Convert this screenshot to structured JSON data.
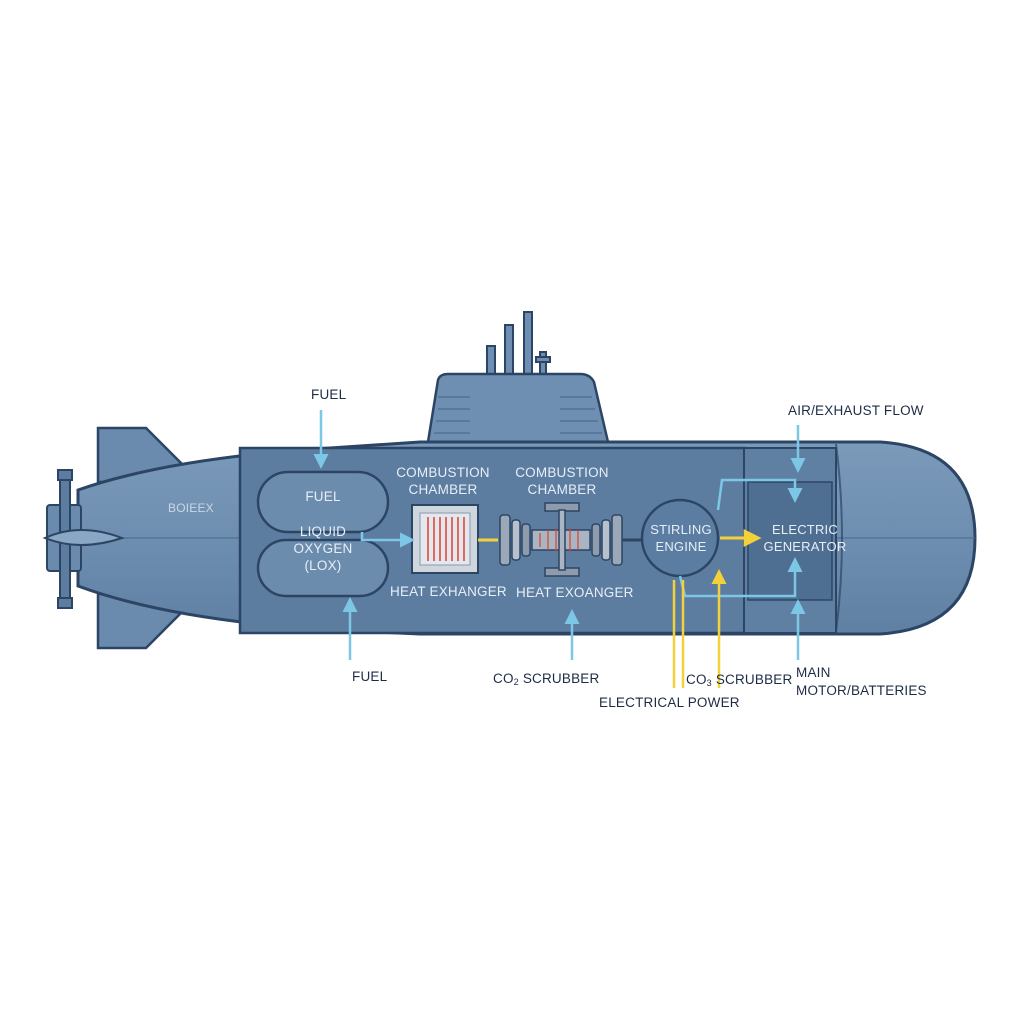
{
  "labels": {
    "fuel_top": "FUEL",
    "air_exhaust_flow": "AIR/EXHAUST FLOW",
    "boeex": "BOIEEX",
    "tank_fuel": "FUEL",
    "tank_lox_line1": "LIQUID",
    "tank_lox_line2": "OXYGEN",
    "tank_lox_line3": "(LOX)",
    "combustion_chamber_1_line1": "COMBUSTION",
    "combustion_chamber_1_line2": "CHAMBER",
    "combustion_chamber_2_line1": "COMBUSTION",
    "combustion_chamber_2_line2": "CHAMBER",
    "heat_exchanger_1": "HEAT EXHANGER",
    "heat_exchanger_2": "HEAT EXOANGER",
    "stirling_engine_line1": "STIRLING",
    "stirling_engine_line2": "ENGINE",
    "electric_generator_line1": "ELECTRIC",
    "electric_generator_line2": "GENERATOR",
    "fuel_bottom": "FUEL",
    "co2_scrubber_left_prefix": "CO",
    "co2_scrubber_left_sub": "2",
    "co2_scrubber_left_suffix": " SCRUBBER",
    "co3_scrubber_right_prefix": "CO",
    "co3_scrubber_right_sub": "3",
    "co3_scrubber_right_suffix": " SCRUBBER",
    "electrical_power": "ELECTRICAL POWER",
    "main_motor_line1": "MAIN",
    "main_motor_line2": "MOTOR/BATTERIES"
  },
  "colors": {
    "hull": "#6f8fb2",
    "hull_dark": "#557698",
    "outline": "#2d4564",
    "compartment": "#5d7da0",
    "tank": "#6c8cae",
    "flow_blue": "#7cc6e6",
    "flow_yellow": "#f2d13a",
    "heat_red": "#e0402f"
  },
  "icons": [
    "propeller-icon",
    "gear-assembly-icon",
    "heat-coil-icon"
  ]
}
